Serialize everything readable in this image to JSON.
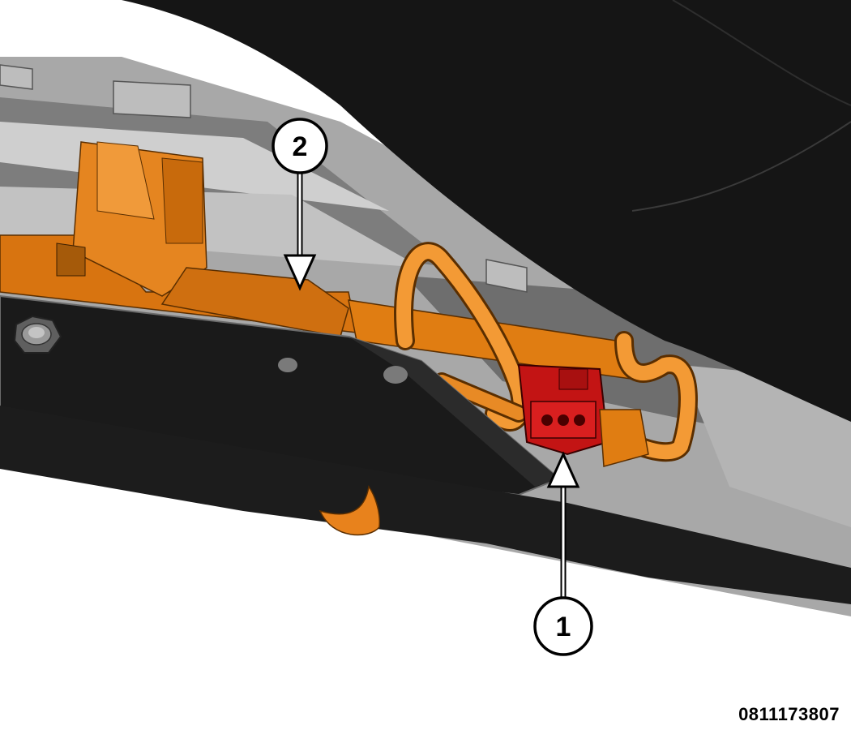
{
  "figure": {
    "id": "0811173807",
    "callouts": [
      {
        "number": "1",
        "target": "electrical-connector"
      },
      {
        "number": "2",
        "target": "bracket"
      }
    ]
  },
  "colors": {
    "background": "#ffffff",
    "body_dark": "#1c1c1c",
    "panel_grey": "#8c8c8c",
    "panel_light": "#b8b8b8",
    "bracket_orange": "#e07d12",
    "connector_red": "#c31414",
    "callout_fill": "#ffffff",
    "callout_stroke": "#000000"
  }
}
